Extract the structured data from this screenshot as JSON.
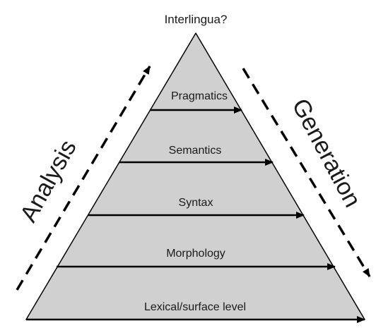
{
  "apex_label": "Interlingua?",
  "levels": [
    {
      "label": "Pragmatics"
    },
    {
      "label": "Semantics"
    },
    {
      "label": "Syntax"
    },
    {
      "label": "Morphology"
    },
    {
      "label": "Lexical/surface level"
    }
  ],
  "left_side": {
    "label": "Analysis",
    "direction": "upward"
  },
  "right_side": {
    "label": "Generation",
    "direction": "downward"
  },
  "colors": {
    "pyramid_fill": "#d0d0d0",
    "lines": "#000000",
    "text": "#1a1a1a"
  }
}
